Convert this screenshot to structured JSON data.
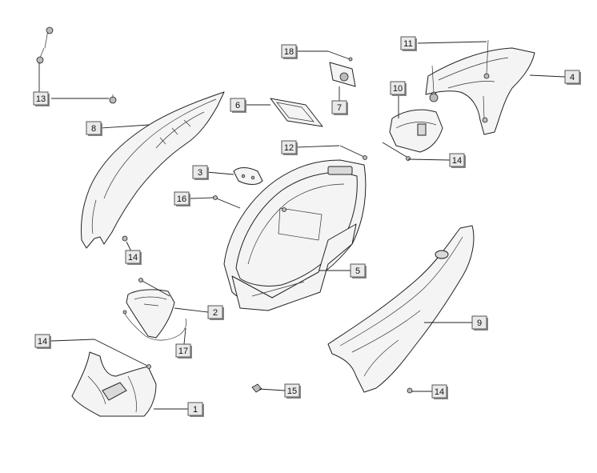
{
  "diagram": {
    "callouts": [
      {
        "id": "c1",
        "label": "1"
      },
      {
        "id": "c2",
        "label": "2"
      },
      {
        "id": "c3",
        "label": "3"
      },
      {
        "id": "c4",
        "label": "4"
      },
      {
        "id": "c5",
        "label": "5"
      },
      {
        "id": "c6",
        "label": "6"
      },
      {
        "id": "c7",
        "label": "7"
      },
      {
        "id": "c8",
        "label": "8"
      },
      {
        "id": "c9",
        "label": "9"
      },
      {
        "id": "c10",
        "label": "10"
      },
      {
        "id": "c11",
        "label": "11"
      },
      {
        "id": "c12",
        "label": "12"
      },
      {
        "id": "c13",
        "label": "13"
      },
      {
        "id": "c14a",
        "label": "14"
      },
      {
        "id": "c14b",
        "label": "14"
      },
      {
        "id": "c14c",
        "label": "14"
      },
      {
        "id": "c14d",
        "label": "14"
      },
      {
        "id": "c15",
        "label": "15"
      },
      {
        "id": "c16",
        "label": "16"
      },
      {
        "id": "c17",
        "label": "17"
      },
      {
        "id": "c18",
        "label": "18"
      }
    ]
  }
}
